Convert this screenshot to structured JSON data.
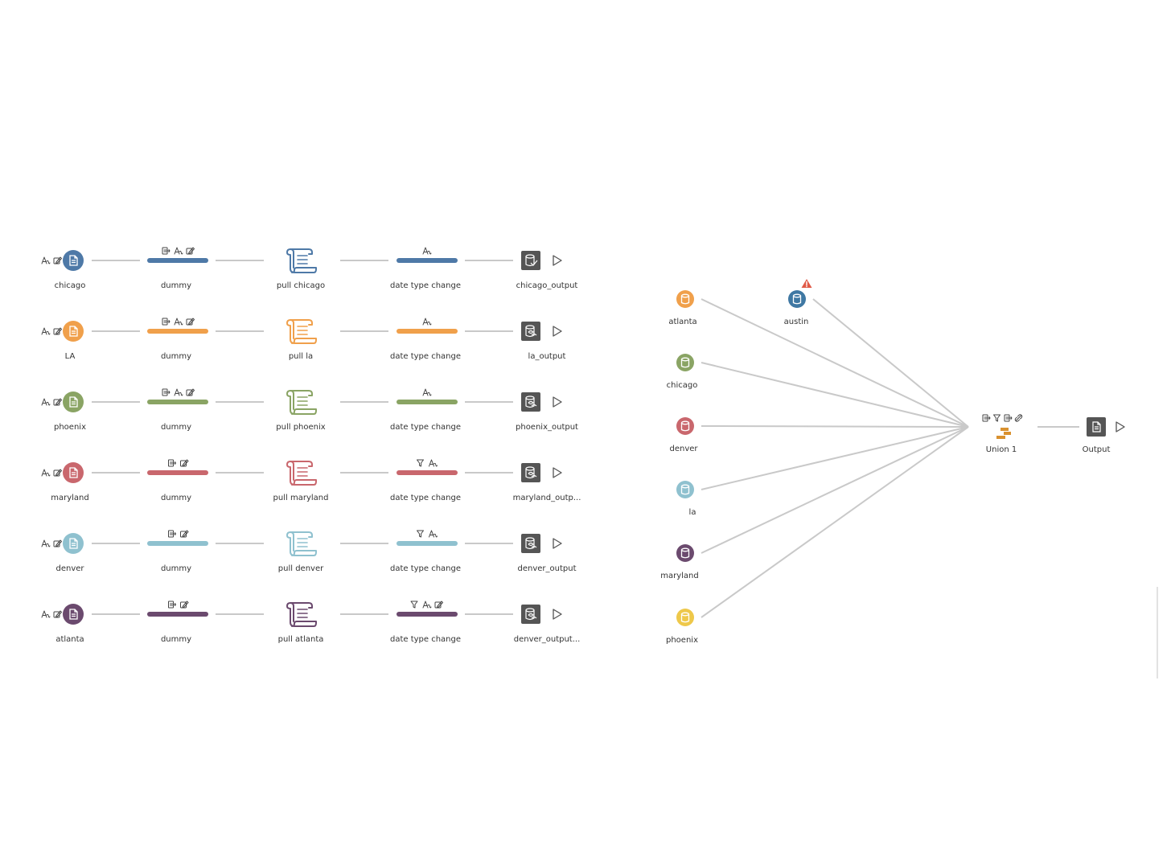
{
  "colors": {
    "chicago": "#4e79a7",
    "la": "#f0a04b",
    "phoenix": "#8aa464",
    "maryland": "#c9676d",
    "denver": "#8fc1cf",
    "atlanta": "#6b4a6e",
    "austin": "#3f78a3",
    "u_phoenix": "#eec84a",
    "output": "#555555",
    "connector": "#c9c9c9",
    "warning": "#e05a47",
    "union_icon": "#d9912f"
  },
  "left_flows": [
    {
      "key": "chicago",
      "input": {
        "label": "chicago",
        "icon": "file-icon",
        "badges": [
          "rename-icon",
          "edit-icon"
        ]
      },
      "step": {
        "label": "dummy",
        "badges": [
          "duplicate-icon",
          "rename-icon",
          "edit-icon"
        ]
      },
      "script": {
        "label": "pull chicago",
        "icon": "script-icon"
      },
      "clean": {
        "label": "date type change",
        "badges": [
          "rename-icon"
        ]
      },
      "output": {
        "label": "chicago_output",
        "icon": "output-db-check-icon"
      }
    },
    {
      "key": "la",
      "input": {
        "label": "LA",
        "icon": "file-icon",
        "badges": [
          "rename-icon",
          "edit-icon"
        ]
      },
      "step": {
        "label": "dummy",
        "badges": [
          "duplicate-icon",
          "rename-icon",
          "edit-icon"
        ]
      },
      "script": {
        "label": "pull la",
        "icon": "script-icon"
      },
      "clean": {
        "label": "date type change",
        "badges": [
          "rename-icon"
        ]
      },
      "output": {
        "label": "la_output",
        "icon": "output-db-icon"
      }
    },
    {
      "key": "phoenix",
      "input": {
        "label": "phoenix",
        "icon": "file-icon",
        "badges": [
          "rename-icon",
          "edit-icon"
        ]
      },
      "step": {
        "label": "dummy",
        "badges": [
          "duplicate-icon",
          "rename-icon",
          "edit-icon"
        ]
      },
      "script": {
        "label": "pull phoenix",
        "icon": "script-icon"
      },
      "clean": {
        "label": "date type change",
        "badges": [
          "rename-icon"
        ]
      },
      "output": {
        "label": "phoenix_output",
        "icon": "output-db-icon"
      }
    },
    {
      "key": "maryland",
      "input": {
        "label": "maryland",
        "icon": "file-icon",
        "badges": [
          "rename-icon",
          "edit-icon"
        ]
      },
      "step": {
        "label": "dummy",
        "badges": [
          "duplicate-icon",
          "edit-icon"
        ]
      },
      "script": {
        "label": "pull maryland",
        "icon": "script-icon"
      },
      "clean": {
        "label": "date type change",
        "badges": [
          "filter-icon",
          "rename-icon"
        ]
      },
      "output": {
        "label": "maryland_outp...",
        "icon": "output-db-icon"
      }
    },
    {
      "key": "denver",
      "input": {
        "label": "denver",
        "icon": "file-icon",
        "badges": [
          "rename-icon",
          "edit-icon"
        ]
      },
      "step": {
        "label": "dummy",
        "badges": [
          "duplicate-icon",
          "edit-icon"
        ]
      },
      "script": {
        "label": "pull denver",
        "icon": "script-icon"
      },
      "clean": {
        "label": "date type change",
        "badges": [
          "filter-icon",
          "rename-icon"
        ]
      },
      "output": {
        "label": "denver_output",
        "icon": "output-db-icon"
      }
    },
    {
      "key": "atlanta",
      "input": {
        "label": "atlanta",
        "icon": "file-icon",
        "badges": [
          "rename-icon",
          "edit-icon"
        ]
      },
      "step": {
        "label": "dummy",
        "badges": [
          "duplicate-icon",
          "edit-icon"
        ]
      },
      "script": {
        "label": "pull atlanta",
        "icon": "script-icon"
      },
      "clean": {
        "label": "date type change",
        "badges": [
          "filter-icon",
          "rename-icon",
          "edit-icon"
        ]
      },
      "output": {
        "label": "denver_output...",
        "icon": "output-db-icon"
      }
    }
  ],
  "union_flow": {
    "inputs": [
      {
        "key": "atlanta",
        "label": "atlanta",
        "color_key": "la",
        "icon": "database-icon"
      },
      {
        "key": "austin",
        "label": "austin",
        "color_key": "austin",
        "icon": "database-icon",
        "warning": true
      },
      {
        "key": "chicago",
        "label": "chicago",
        "color_key": "phoenix",
        "icon": "database-icon"
      },
      {
        "key": "denver",
        "label": "denver",
        "color_key": "maryland",
        "icon": "database-icon"
      },
      {
        "key": "la",
        "label": "la",
        "color_key": "denver",
        "icon": "database-icon"
      },
      {
        "key": "maryland",
        "label": "maryland",
        "color_key": "atlanta",
        "icon": "database-icon"
      },
      {
        "key": "phoenix",
        "label": "phoenix",
        "color_key": "u_phoenix",
        "icon": "database-icon"
      }
    ],
    "union": {
      "label": "Union 1",
      "icon": "union-icon",
      "badges": [
        "duplicate-icon",
        "filter-icon",
        "duplicate-icon",
        "link-icon"
      ]
    },
    "output": {
      "label": "Output",
      "icon": "file-icon"
    }
  }
}
